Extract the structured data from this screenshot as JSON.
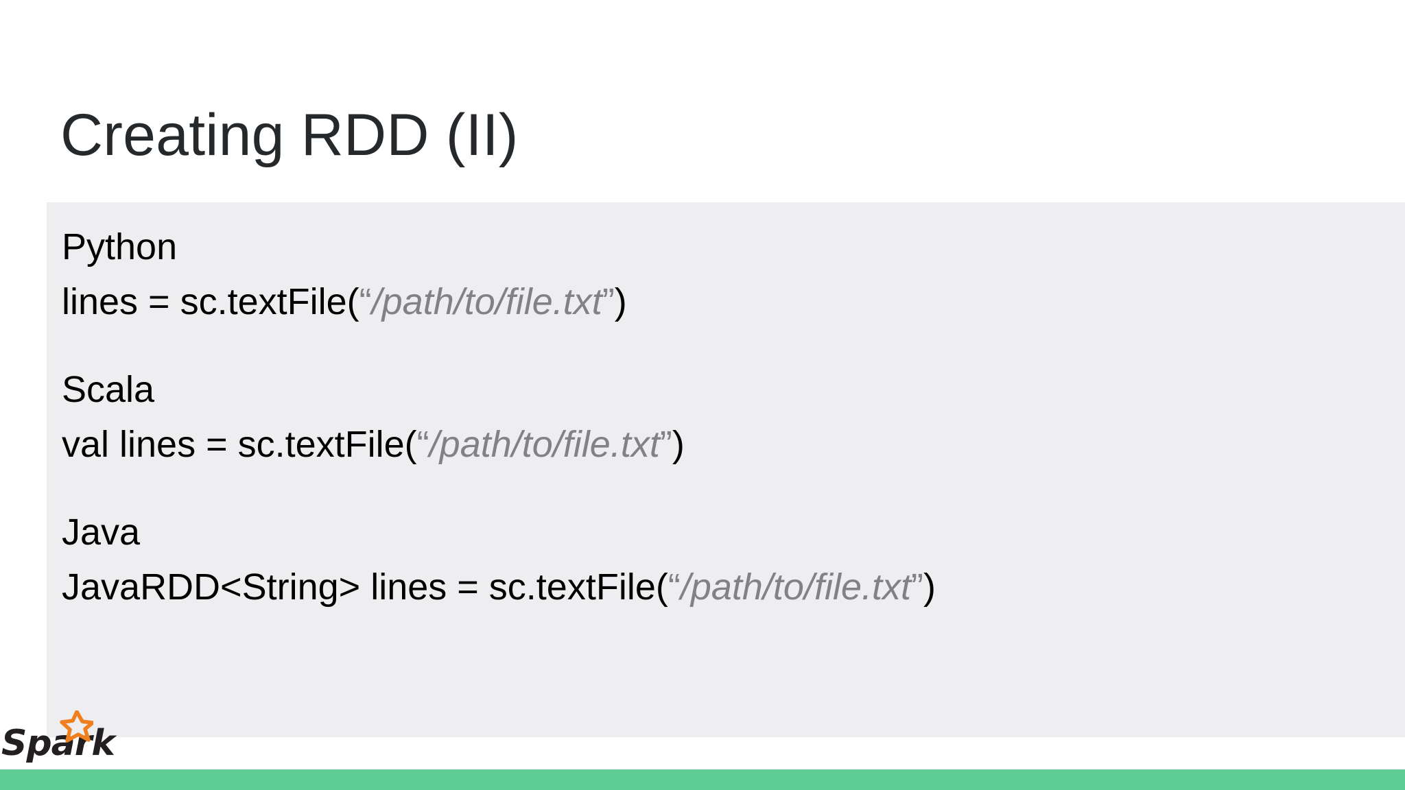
{
  "slide": {
    "title": "Creating RDD (II)",
    "background_color": "#ffffff",
    "accent_bar_color": "#5fcc96",
    "code_panel_color": "#eeeef0"
  },
  "code_panel": {
    "blocks": [
      {
        "language_label": "Python",
        "code_prefix": "lines = sc.textFile(",
        "open_quote": "“",
        "path": "/path/to/file.txt",
        "close_quote": "”",
        "code_suffix": ")"
      },
      {
        "language_label": "Scala",
        "code_prefix": "val lines = sc.textFile(",
        "open_quote": "“",
        "path": "/path/to/file.txt",
        "close_quote": "”",
        "code_suffix": ")"
      },
      {
        "language_label": "Java",
        "code_prefix": "JavaRDD<String> lines = sc.textFile(",
        "open_quote": "“",
        "path": "/path/to/file.txt",
        "close_quote": "”",
        "code_suffix": ")"
      }
    ]
  },
  "logo": {
    "wordmark": "Spark",
    "star_color": "#ef7f1f",
    "wordmark_color": "#231f20"
  }
}
